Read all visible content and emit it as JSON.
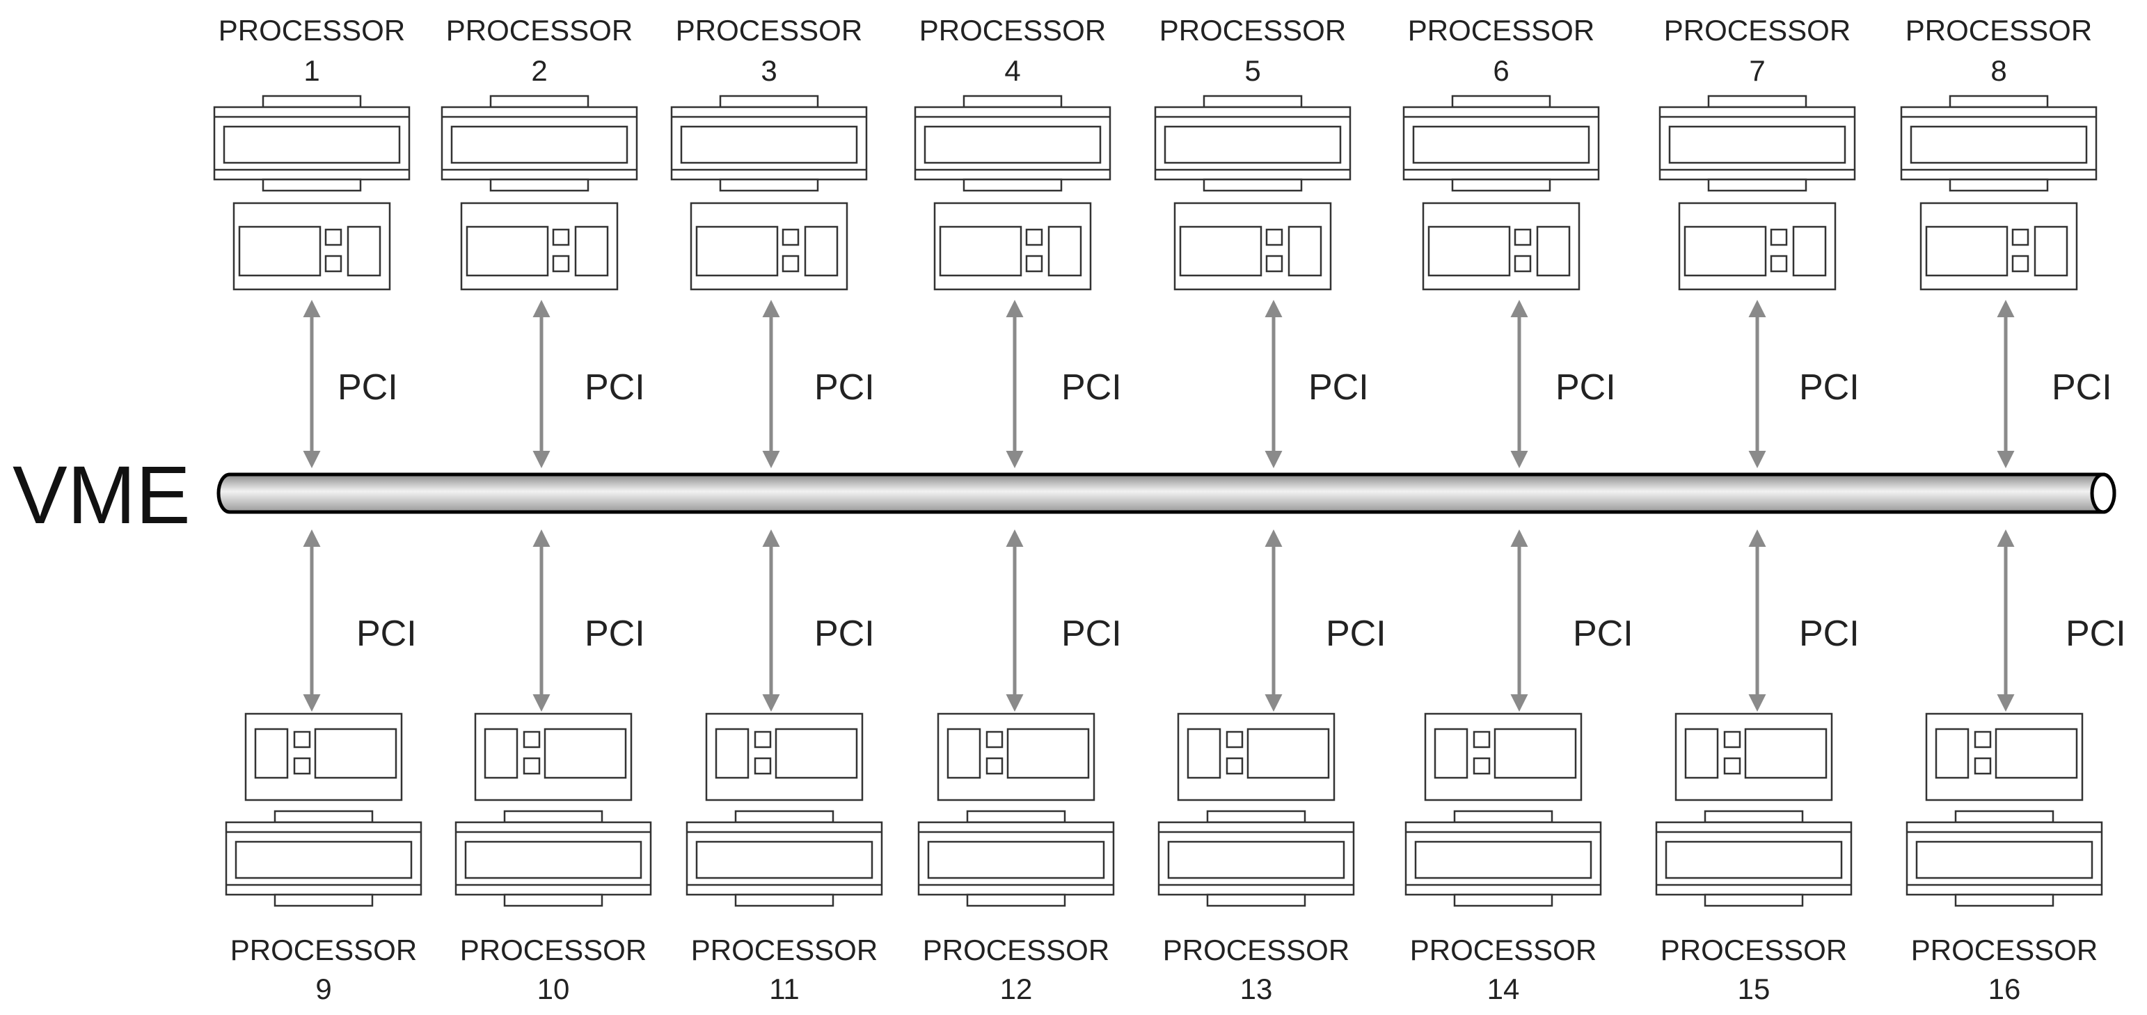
{
  "bus": {
    "label": "VME"
  },
  "connection": {
    "label": "PCI",
    "color": "#8a8a8a"
  },
  "processors": {
    "top": [
      {
        "name": "PROCESSOR",
        "number": "1"
      },
      {
        "name": "PROCESSOR",
        "number": "2"
      },
      {
        "name": "PROCESSOR",
        "number": "3"
      },
      {
        "name": "PROCESSOR",
        "number": "4"
      },
      {
        "name": "PROCESSOR",
        "number": "5"
      },
      {
        "name": "PROCESSOR",
        "number": "6"
      },
      {
        "name": "PROCESSOR",
        "number": "7"
      },
      {
        "name": "PROCESSOR",
        "number": "8"
      }
    ],
    "bottom": [
      {
        "name": "PROCESSOR",
        "number": "9"
      },
      {
        "name": "PROCESSOR",
        "number": "10"
      },
      {
        "name": "PROCESSOR",
        "number": "11"
      },
      {
        "name": "PROCESSOR",
        "number": "12"
      },
      {
        "name": "PROCESSOR",
        "number": "13"
      },
      {
        "name": "PROCESSOR",
        "number": "14"
      },
      {
        "name": "PROCESSOR",
        "number": "15"
      },
      {
        "name": "PROCESSOR",
        "number": "16"
      }
    ]
  },
  "icons": {
    "terminal": "computer-terminal-icon",
    "keyboard": "keyboard-icon"
  }
}
